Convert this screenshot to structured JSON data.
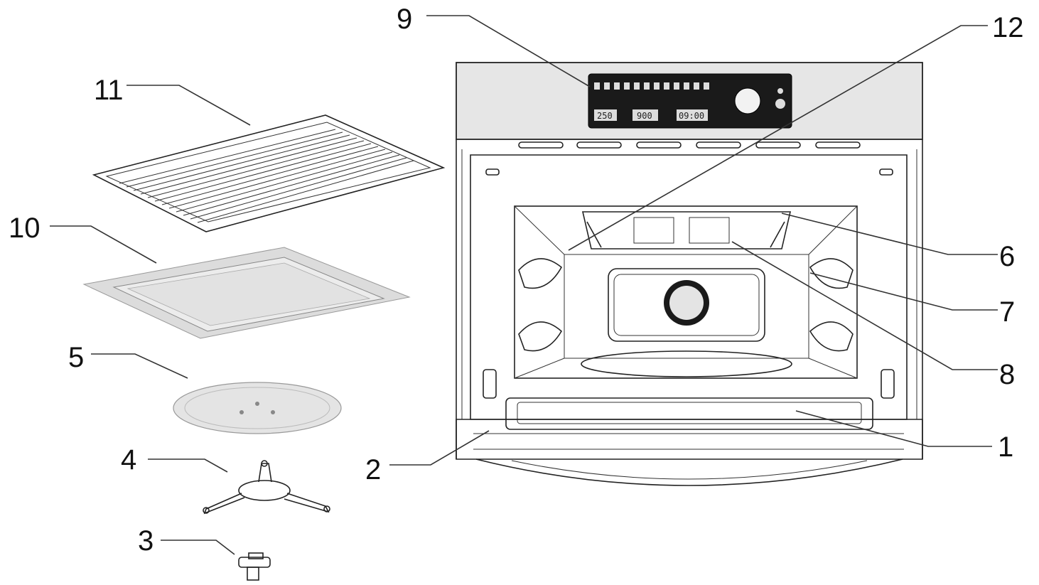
{
  "callouts": [
    {
      "id": "c1",
      "label": "1"
    },
    {
      "id": "c2",
      "label": "2"
    },
    {
      "id": "c3",
      "label": "3"
    },
    {
      "id": "c4",
      "label": "4"
    },
    {
      "id": "c5",
      "label": "5"
    },
    {
      "id": "c6",
      "label": "6"
    },
    {
      "id": "c7",
      "label": "7"
    },
    {
      "id": "c8",
      "label": "8"
    },
    {
      "id": "c9",
      "label": "9"
    },
    {
      "id": "c10",
      "label": "10"
    },
    {
      "id": "c11",
      "label": "11"
    },
    {
      "id": "c12",
      "label": "12"
    }
  ],
  "control_panel": {
    "display_power": "250",
    "display_temp": "900",
    "display_time": "09:00"
  },
  "colors": {
    "panel_fill": "#e6e6e6",
    "display_fill": "#1a1a1a",
    "tray_fill": "#dcdcdc",
    "plate_fill": "#e4e4e4"
  }
}
